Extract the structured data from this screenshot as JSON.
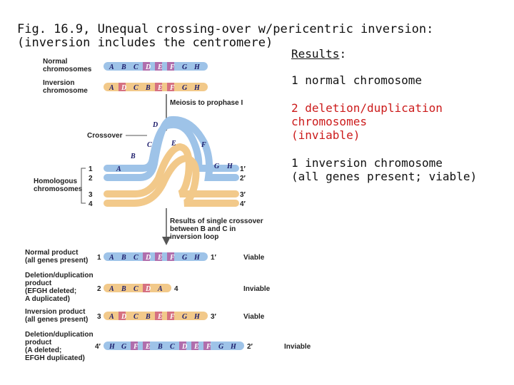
{
  "title": {
    "line1": "Fig. 16.9, Unequal crossing-over w/pericentric inversion:",
    "line2": "(inversion includes the centromere)"
  },
  "results": {
    "label": "Results",
    "colon": ":",
    "items": [
      {
        "text": "1 normal chromosome",
        "color": "#111111"
      },
      {
        "text": "2 deletion/duplication",
        "color": "#cc1b1b"
      },
      {
        "text": "chromosomes",
        "color": "#cc1b1b"
      },
      {
        "text": "(inviable)",
        "color": "#cc1b1b"
      },
      {
        "text": "1 inversion chromosome",
        "color": "#111111"
      },
      {
        "text": "(all genes present; viable)",
        "color": "#111111"
      }
    ]
  },
  "figure": {
    "labels": {
      "normal": [
        "Normal",
        "chromosomes"
      ],
      "inversion": [
        "Inversion",
        "chromosome"
      ],
      "meiosis": "Meiosis to prophase I",
      "crossover": "Crossover",
      "homologous": [
        "Homologous",
        "chromosomes"
      ],
      "results_single": [
        "Results of single crossover",
        "between B and C in",
        "inversion loop"
      ]
    },
    "normal_genes": [
      "A",
      "B",
      "C",
      "D",
      "E",
      "F",
      "G",
      "H"
    ],
    "inversion_genes": [
      "A",
      "D",
      "C",
      "B",
      "E",
      "F",
      "G",
      "H"
    ],
    "strand_numbers_left": [
      "1",
      "2",
      "3",
      "4"
    ],
    "strand_numbers_right": [
      "1′",
      "2′",
      "3′",
      "4′"
    ],
    "loop_genes_top": [
      "A",
      "B",
      "C",
      "D",
      "E",
      "F",
      "G",
      "H"
    ],
    "products": [
      {
        "label": [
          "Normal product",
          "(all genes present)"
        ],
        "num": "1",
        "end": "1′",
        "genes": [
          "A",
          "B",
          "C",
          "D",
          "E",
          "F",
          "G",
          "H"
        ],
        "outcome": "Viable"
      },
      {
        "label": [
          "Deletion/duplication",
          "product",
          "(EFGH deleted;",
          "A duplicated)"
        ],
        "num": "2",
        "end": "4",
        "genes": [
          "A",
          "B",
          "C",
          "D",
          "A"
        ],
        "outcome": "Inviable"
      },
      {
        "label": [
          "Inversion product",
          "(all genes present)"
        ],
        "num": "3",
        "end": "3′",
        "genes": [
          "A",
          "D",
          "C",
          "B",
          "E",
          "F",
          "G",
          "H"
        ],
        "outcome": "Viable"
      },
      {
        "label": [
          "Deletion/duplication",
          "product",
          "(A deleted;",
          "EFGH duplicated)"
        ],
        "num": "4′",
        "end": "2′",
        "genes": [
          "H",
          "G",
          "F",
          "E",
          "B",
          "C",
          "D",
          "E",
          "F",
          "G",
          "H"
        ],
        "outcome": "Inviable"
      }
    ],
    "colors": {
      "blue": "#9ec3e8",
      "tan": "#f2c98a",
      "magenta": "#c0287a",
      "arrow": "#555555"
    }
  }
}
